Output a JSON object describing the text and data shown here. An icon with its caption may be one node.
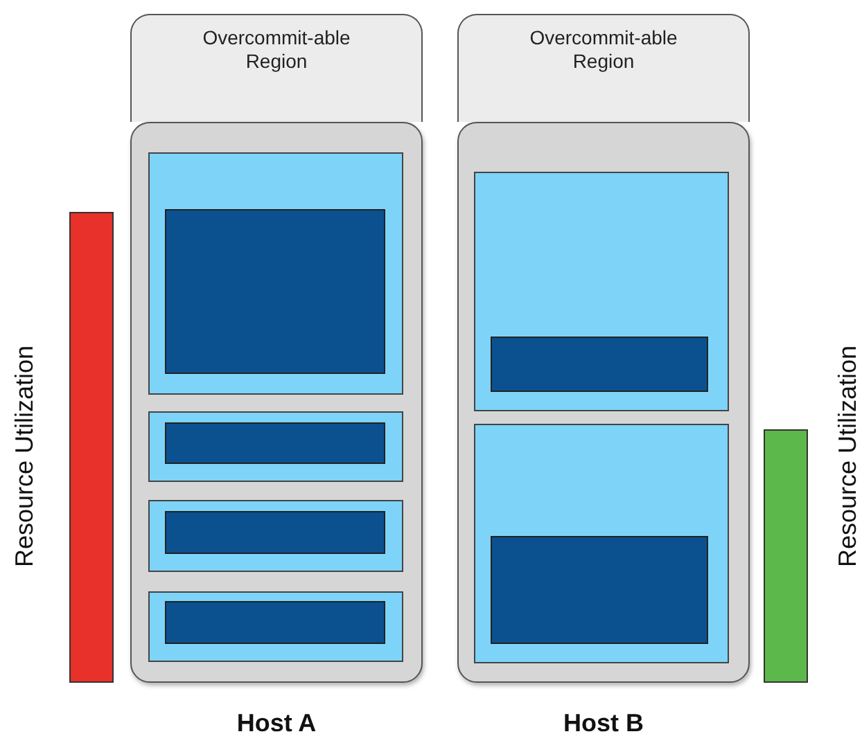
{
  "diagram": {
    "nodes": [
      {
        "text": [],
        "shape": "bar",
        "beside": [
          "Resource Utilization"
        ]
      },
      {
        "text": [
          "Overcommit-able Region"
        ]
      },
      {
        "text": [
          "Host A"
        ]
      },
      {
        "text": [],
        "shape": "box",
        "in": 2
      },
      {
        "text": [],
        "shape": "box",
        "in": 3
      },
      {
        "text": [],
        "shape": "box",
        "in": 2
      },
      {
        "text": [],
        "shape": "box",
        "in": 5
      },
      {
        "text": [],
        "shape": "box",
        "in": 2
      },
      {
        "text": [],
        "shape": "box",
        "in": 7
      },
      {
        "text": [],
        "shape": "box",
        "in": 2
      },
      {
        "text": [],
        "shape": "box",
        "in": 9
      },
      {
        "text": [
          "Overcommit-able Region"
        ]
      },
      {
        "text": [
          "Host B"
        ]
      },
      {
        "text": [],
        "shape": "box",
        "in": 12
      },
      {
        "text": [],
        "shape": "box",
        "in": 13
      },
      {
        "text": [],
        "shape": "box",
        "in": 12
      },
      {
        "text": [],
        "shape": "box",
        "in": 15
      },
      {
        "text": [],
        "shape": "bar",
        "beside": [
          "Resource Utilization"
        ]
      }
    ]
  }
}
